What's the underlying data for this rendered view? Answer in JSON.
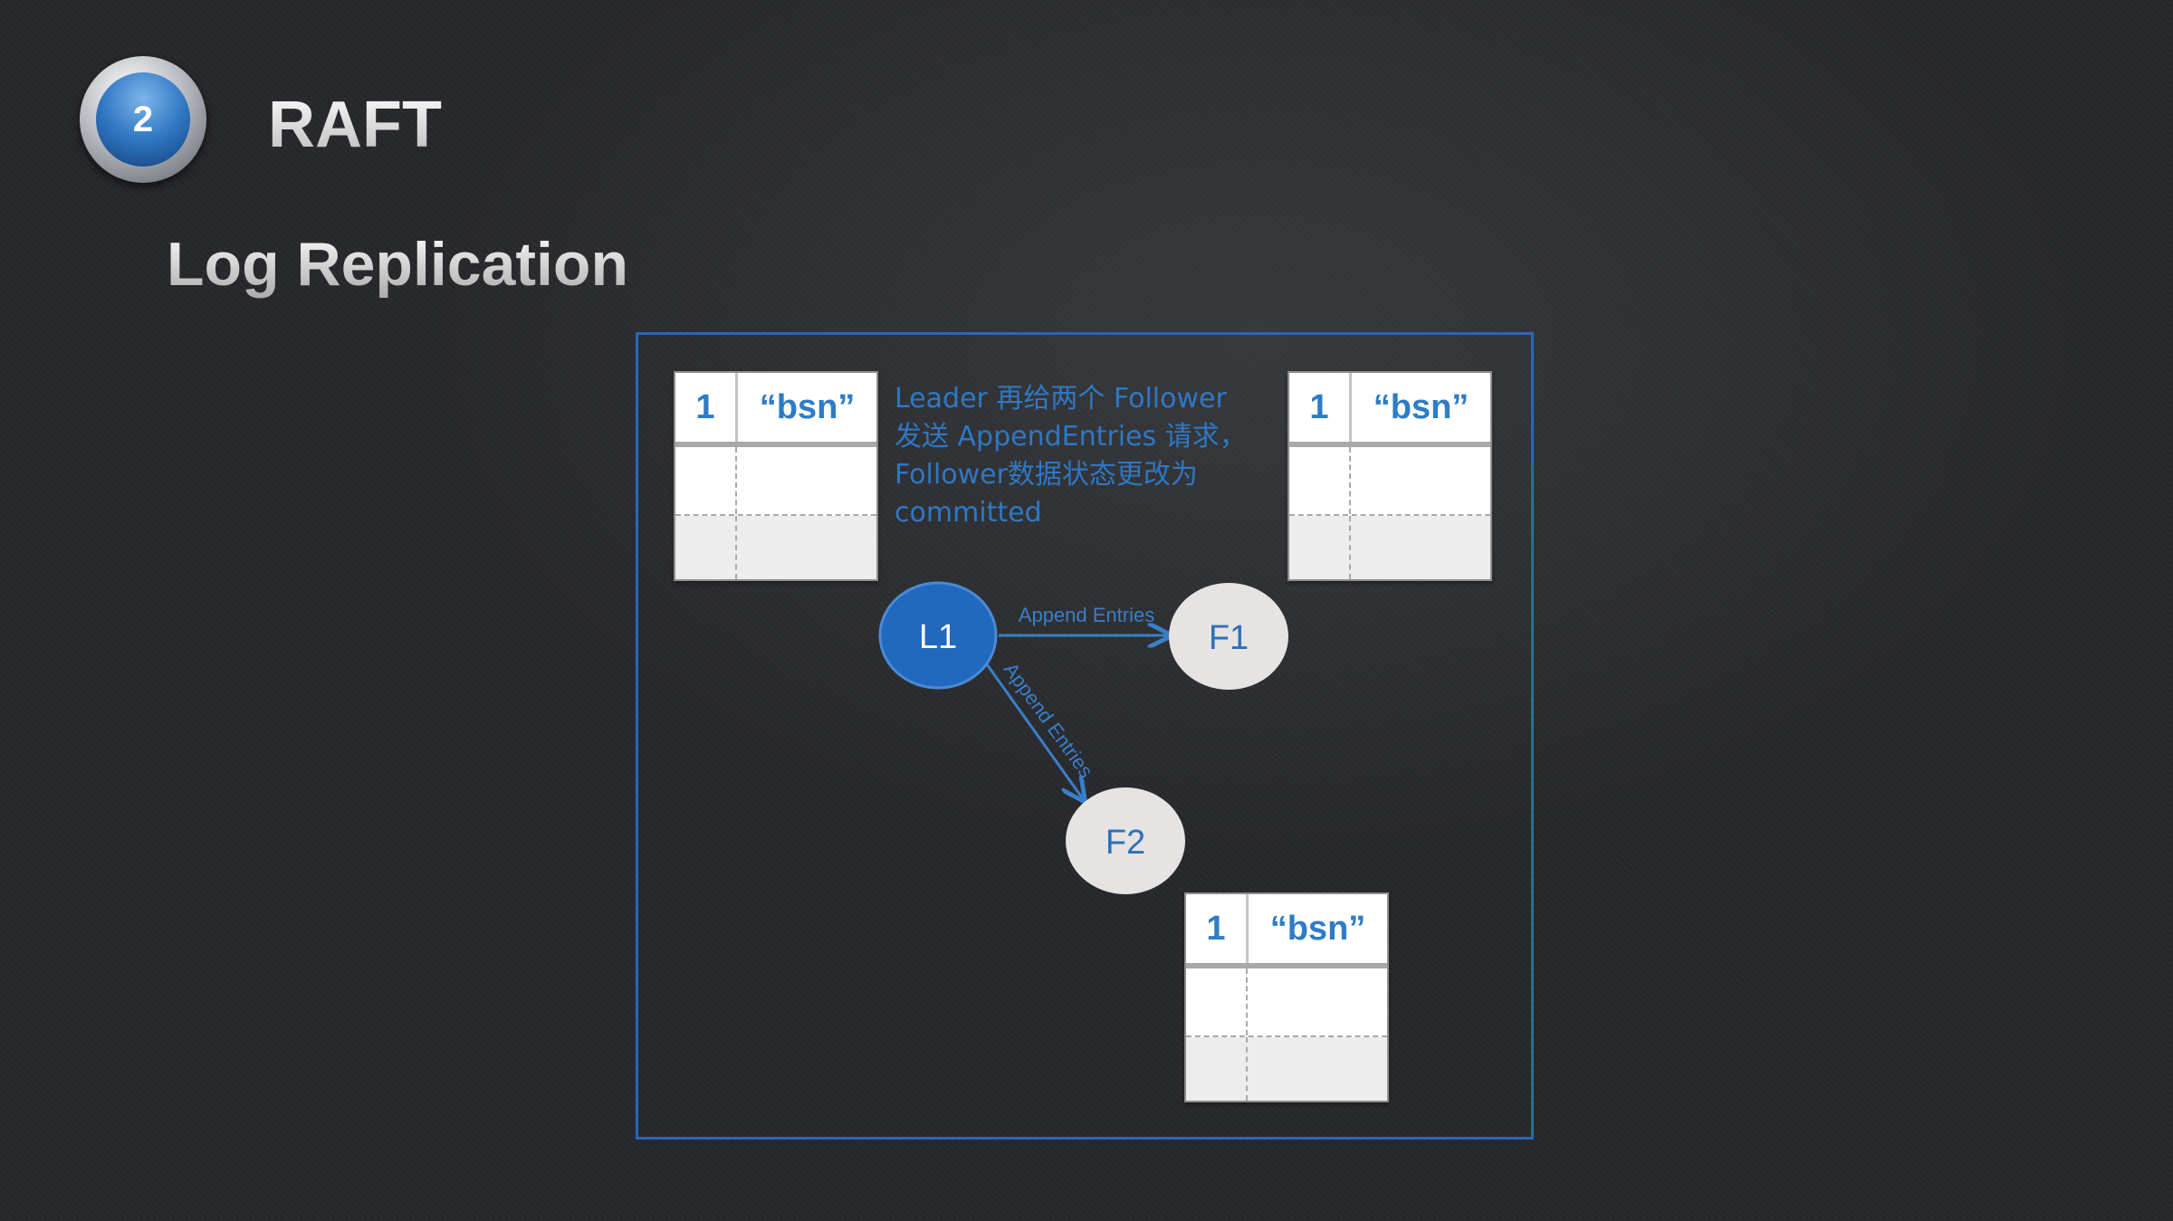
{
  "header": {
    "badge_number": "2",
    "title": "RAFT",
    "subtitle": "Log Replication"
  },
  "note": {
    "lines": [
      "Leader 再给两个 Follower",
      "发送 AppendEntries 请求，",
      "Follower数据状态更改为",
      "committed"
    ]
  },
  "nodes": {
    "leader": {
      "label": "L1",
      "role": "leader"
    },
    "follower1": {
      "label": "F1",
      "role": "follower"
    },
    "follower2": {
      "label": "F2",
      "role": "follower"
    }
  },
  "edges": [
    {
      "from": "L1",
      "to": "F1",
      "label": "Append Entries"
    },
    {
      "from": "L1",
      "to": "F2",
      "label": "Append Entries"
    }
  ],
  "logs": {
    "leader": [
      {
        "index": "1",
        "value": "“bsn”"
      },
      {
        "index": "",
        "value": ""
      },
      {
        "index": "",
        "value": ""
      }
    ],
    "follower1": [
      {
        "index": "1",
        "value": "“bsn”"
      },
      {
        "index": "",
        "value": ""
      },
      {
        "index": "",
        "value": ""
      }
    ],
    "follower2": [
      {
        "index": "1",
        "value": "“bsn”"
      },
      {
        "index": "",
        "value": ""
      },
      {
        "index": "",
        "value": ""
      }
    ]
  },
  "colors": {
    "accent": "#2e7cc6",
    "leader_fill": "#2168bf",
    "follower_fill": "#e6e3e3",
    "frame_border": "#2a66b8"
  }
}
